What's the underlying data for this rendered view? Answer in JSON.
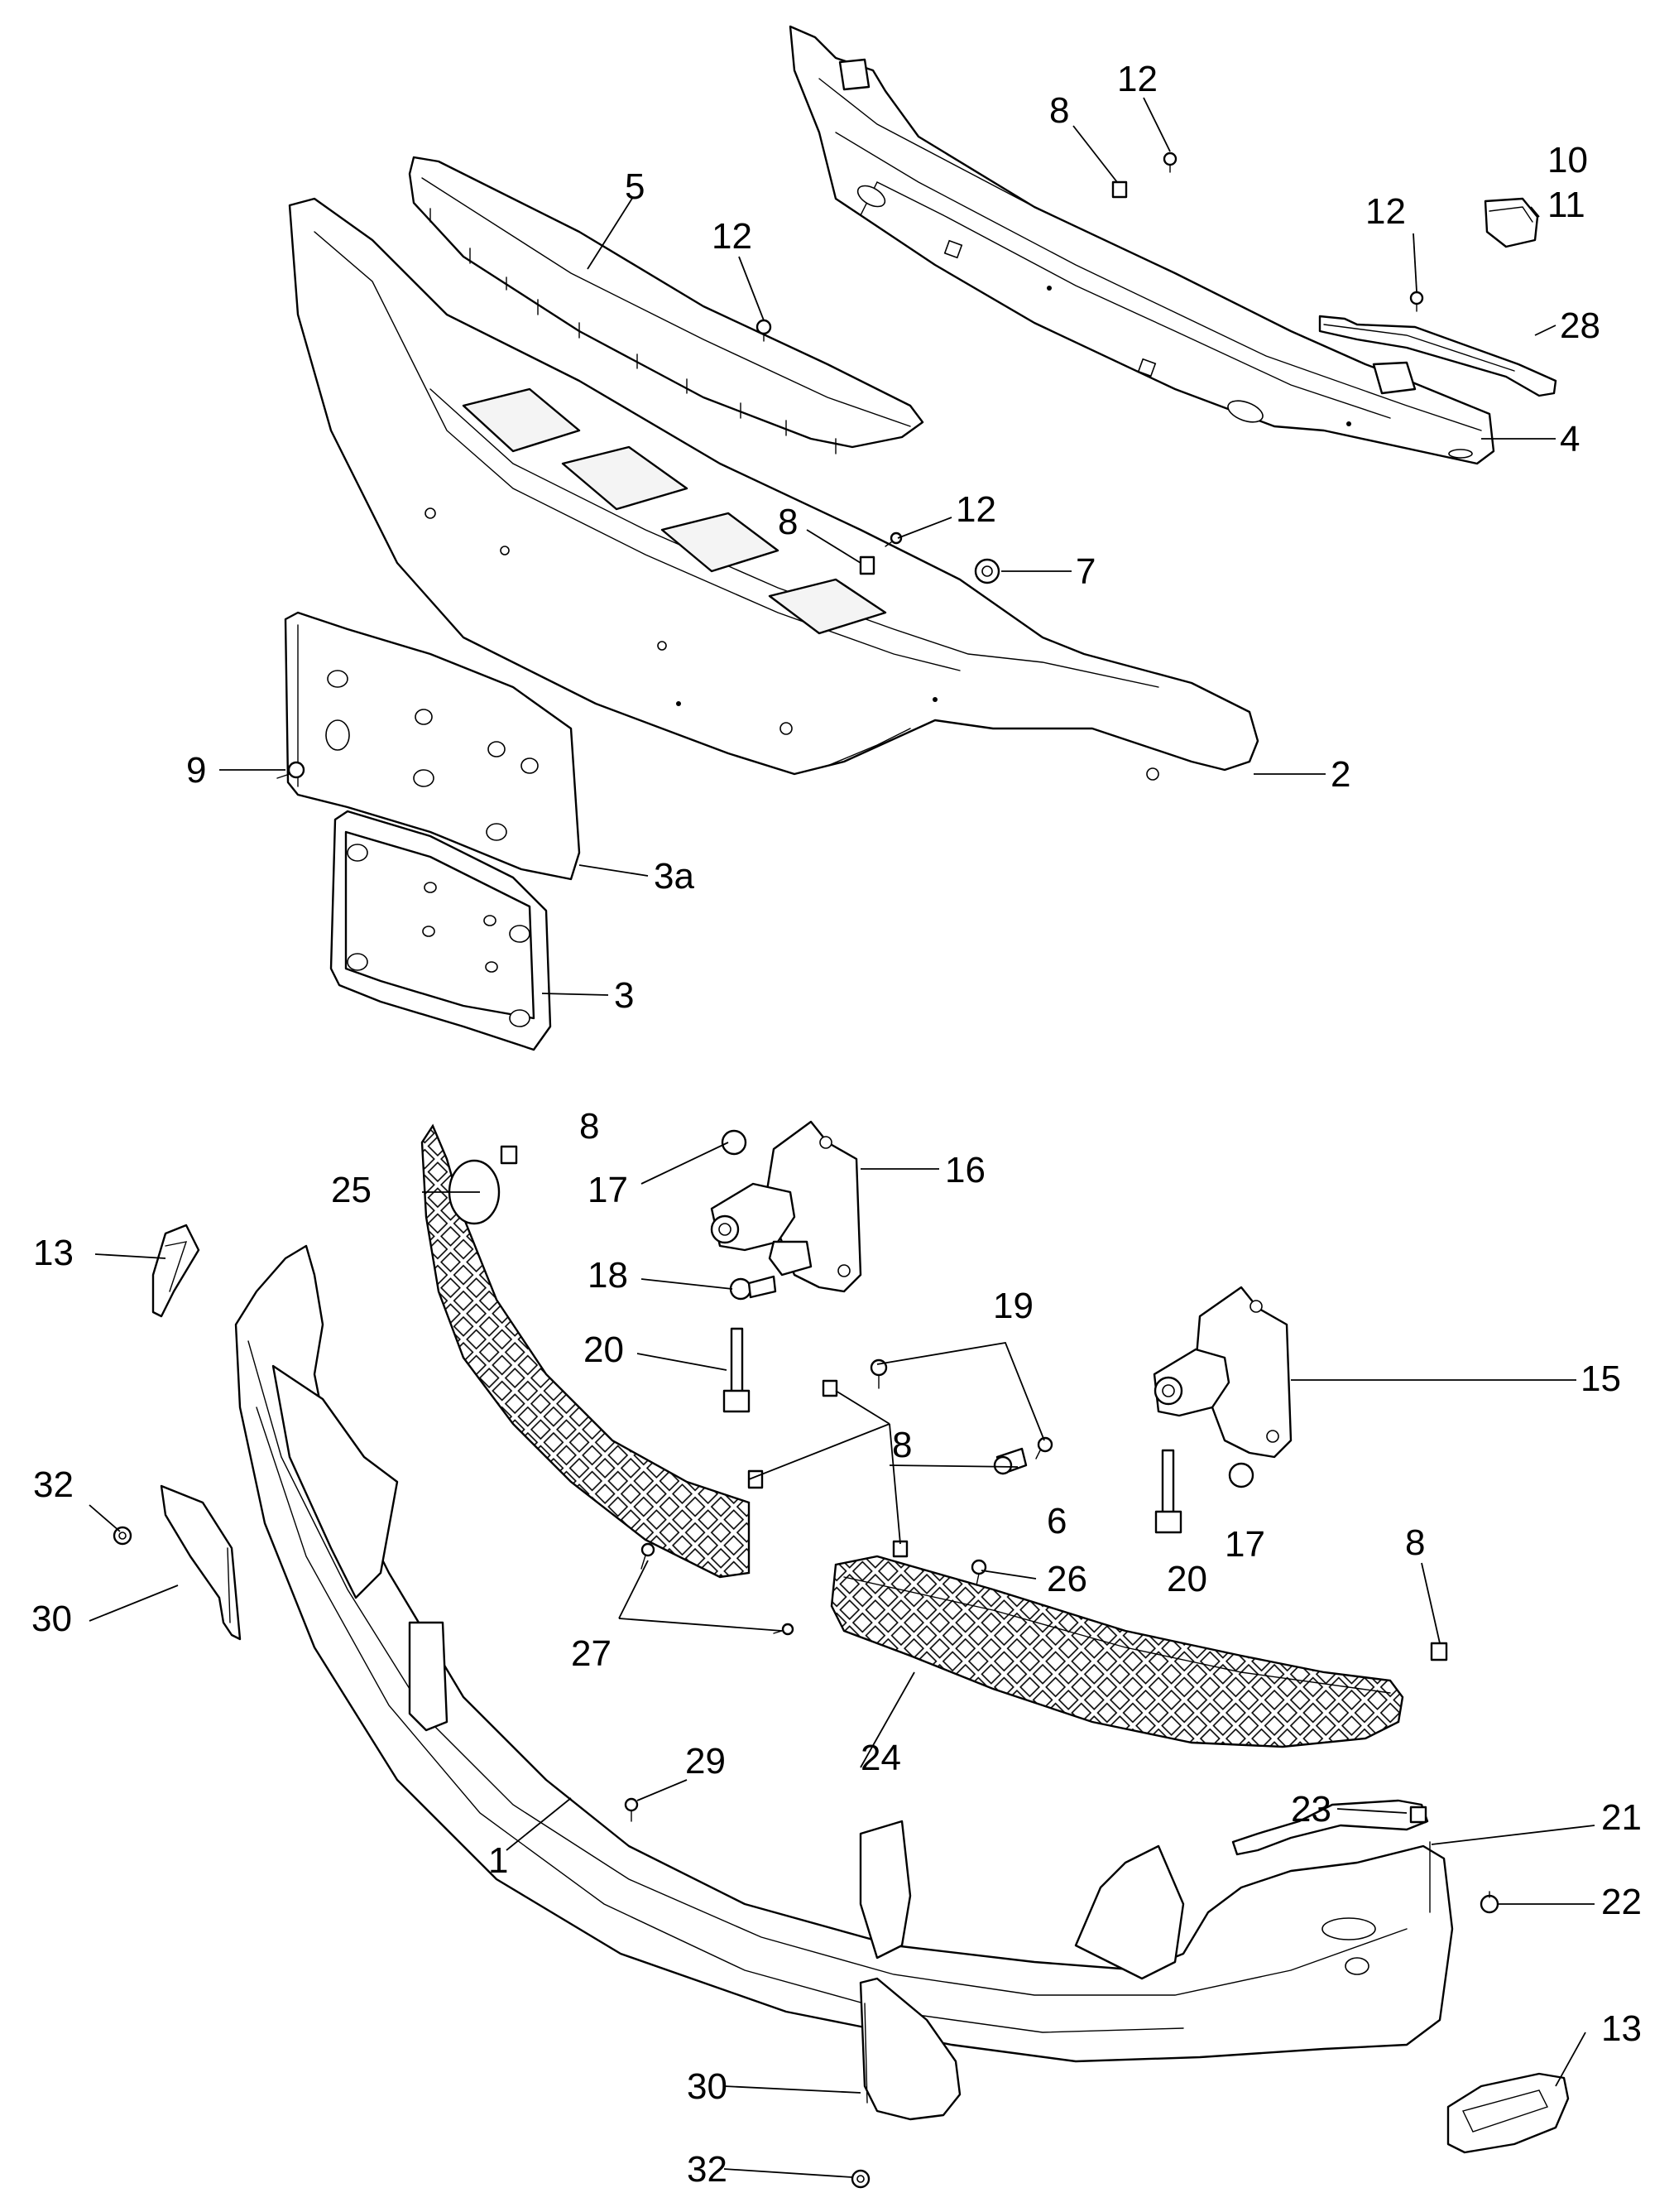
{
  "diagram": {
    "labels": {
      "l1": "1",
      "l2": "2",
      "l3": "3",
      "l3a": "3a",
      "l4": "4",
      "l5": "5",
      "l6": "6",
      "l7": "7",
      "l8a": "8",
      "l8b": "8",
      "l8c": "8",
      "l8d": "8",
      "l8e": "8",
      "l9": "9",
      "l10": "10",
      "l11": "11",
      "l12a": "12",
      "l12b": "12",
      "l12c": "12",
      "l12d": "12",
      "l13a": "13",
      "l13b": "13",
      "l15": "15",
      "l16": "16",
      "l17a": "17",
      "l17b": "17",
      "l18": "18",
      "l19": "19",
      "l20a": "20",
      "l20b": "20",
      "l21": "21",
      "l22": "22",
      "l23": "23",
      "l24": "24",
      "l25": "25",
      "l26": "26",
      "l27": "27",
      "l28": "28",
      "l29": "29",
      "l30a": "30",
      "l30b": "30",
      "l32a": "32",
      "l32b": "32"
    }
  }
}
